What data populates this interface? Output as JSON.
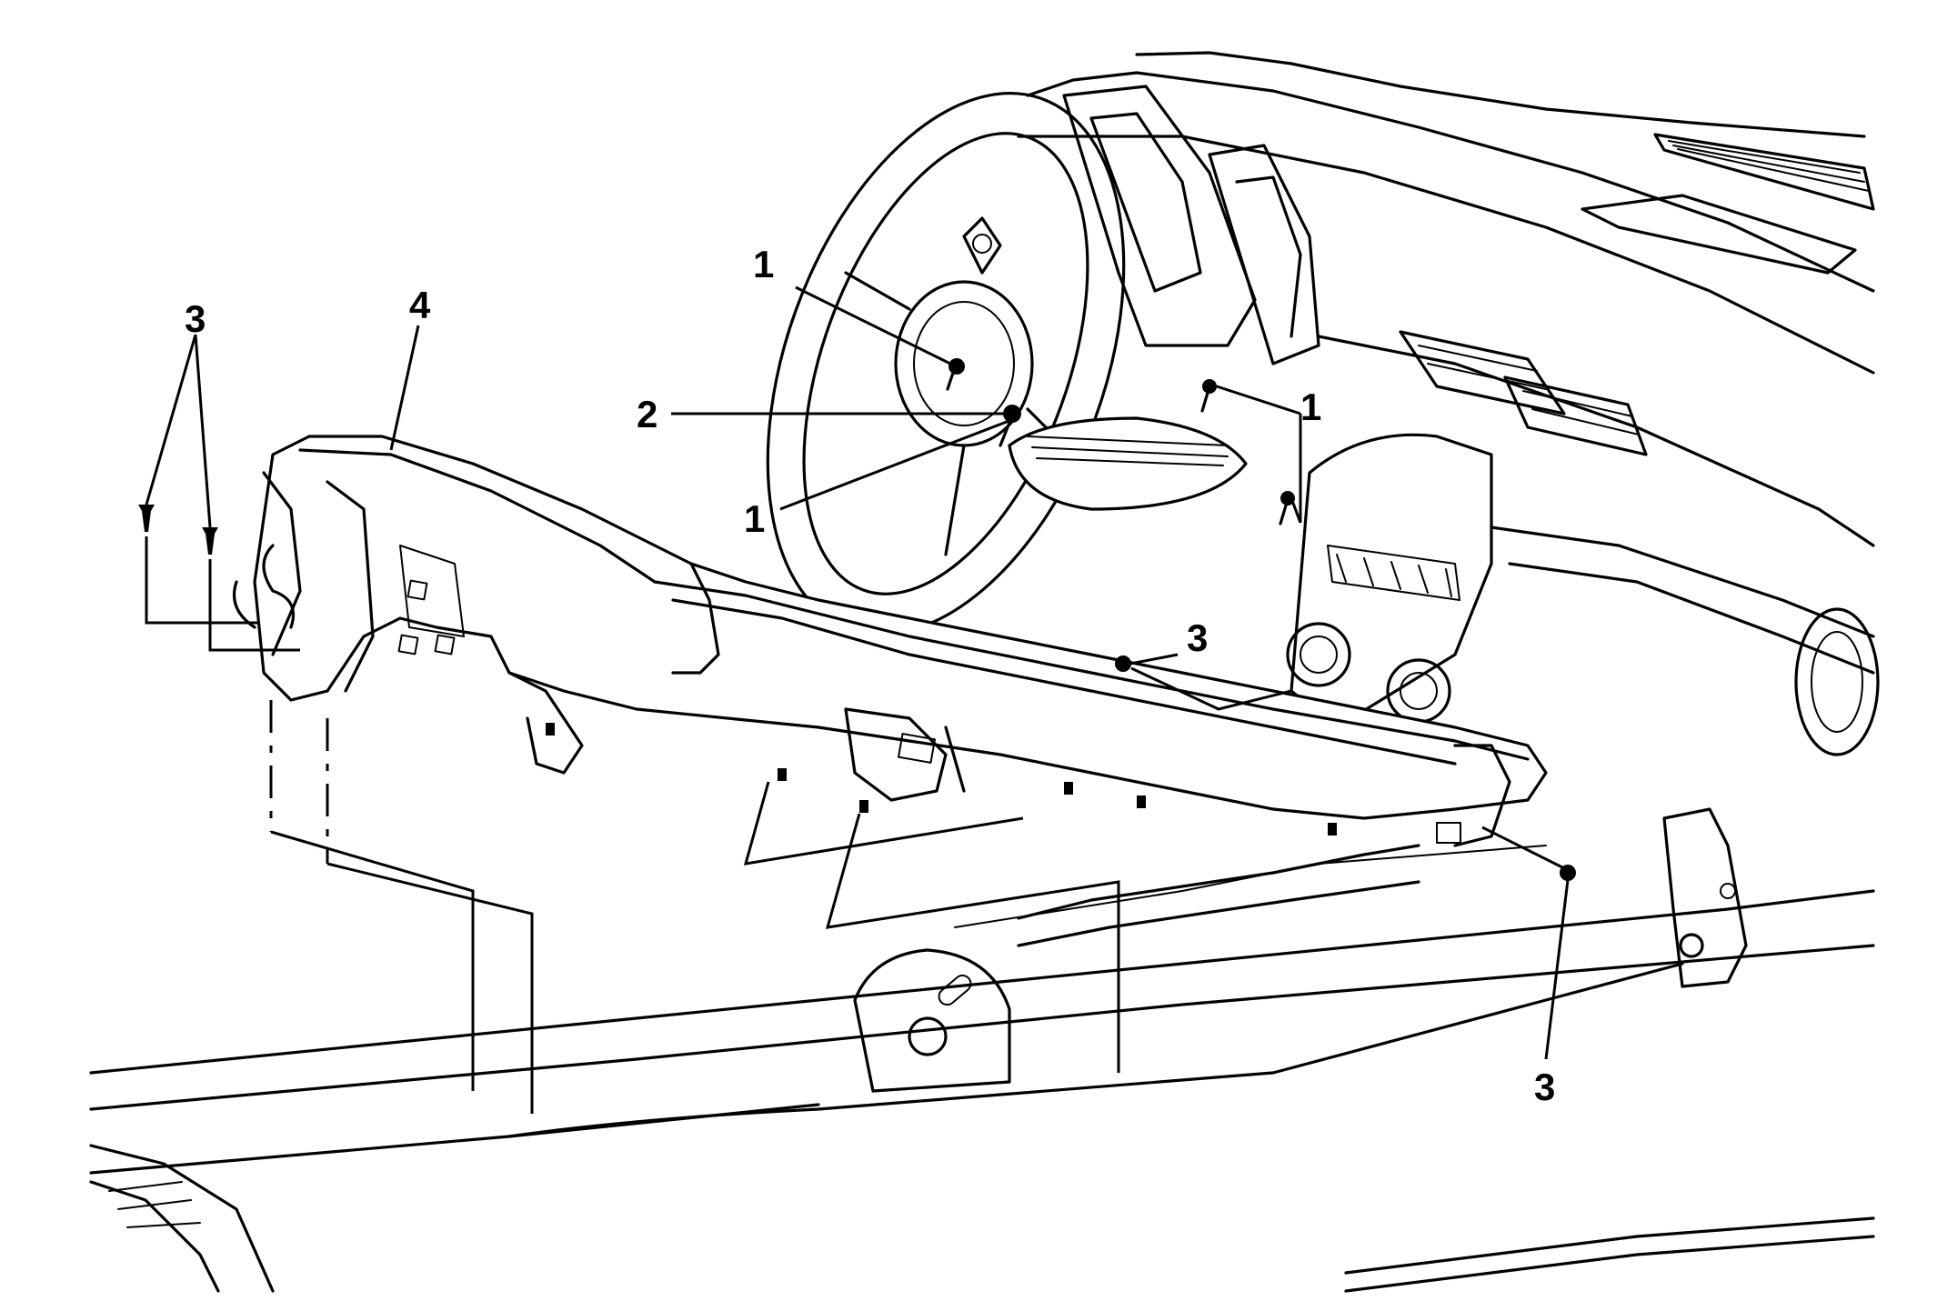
{
  "callouts": {
    "c1_top": "1",
    "c1_right": "1",
    "c1_lower": "1",
    "c2": "2",
    "c3_left": "3",
    "c3_center": "3",
    "c3_bottom": "3",
    "c4": "4"
  }
}
